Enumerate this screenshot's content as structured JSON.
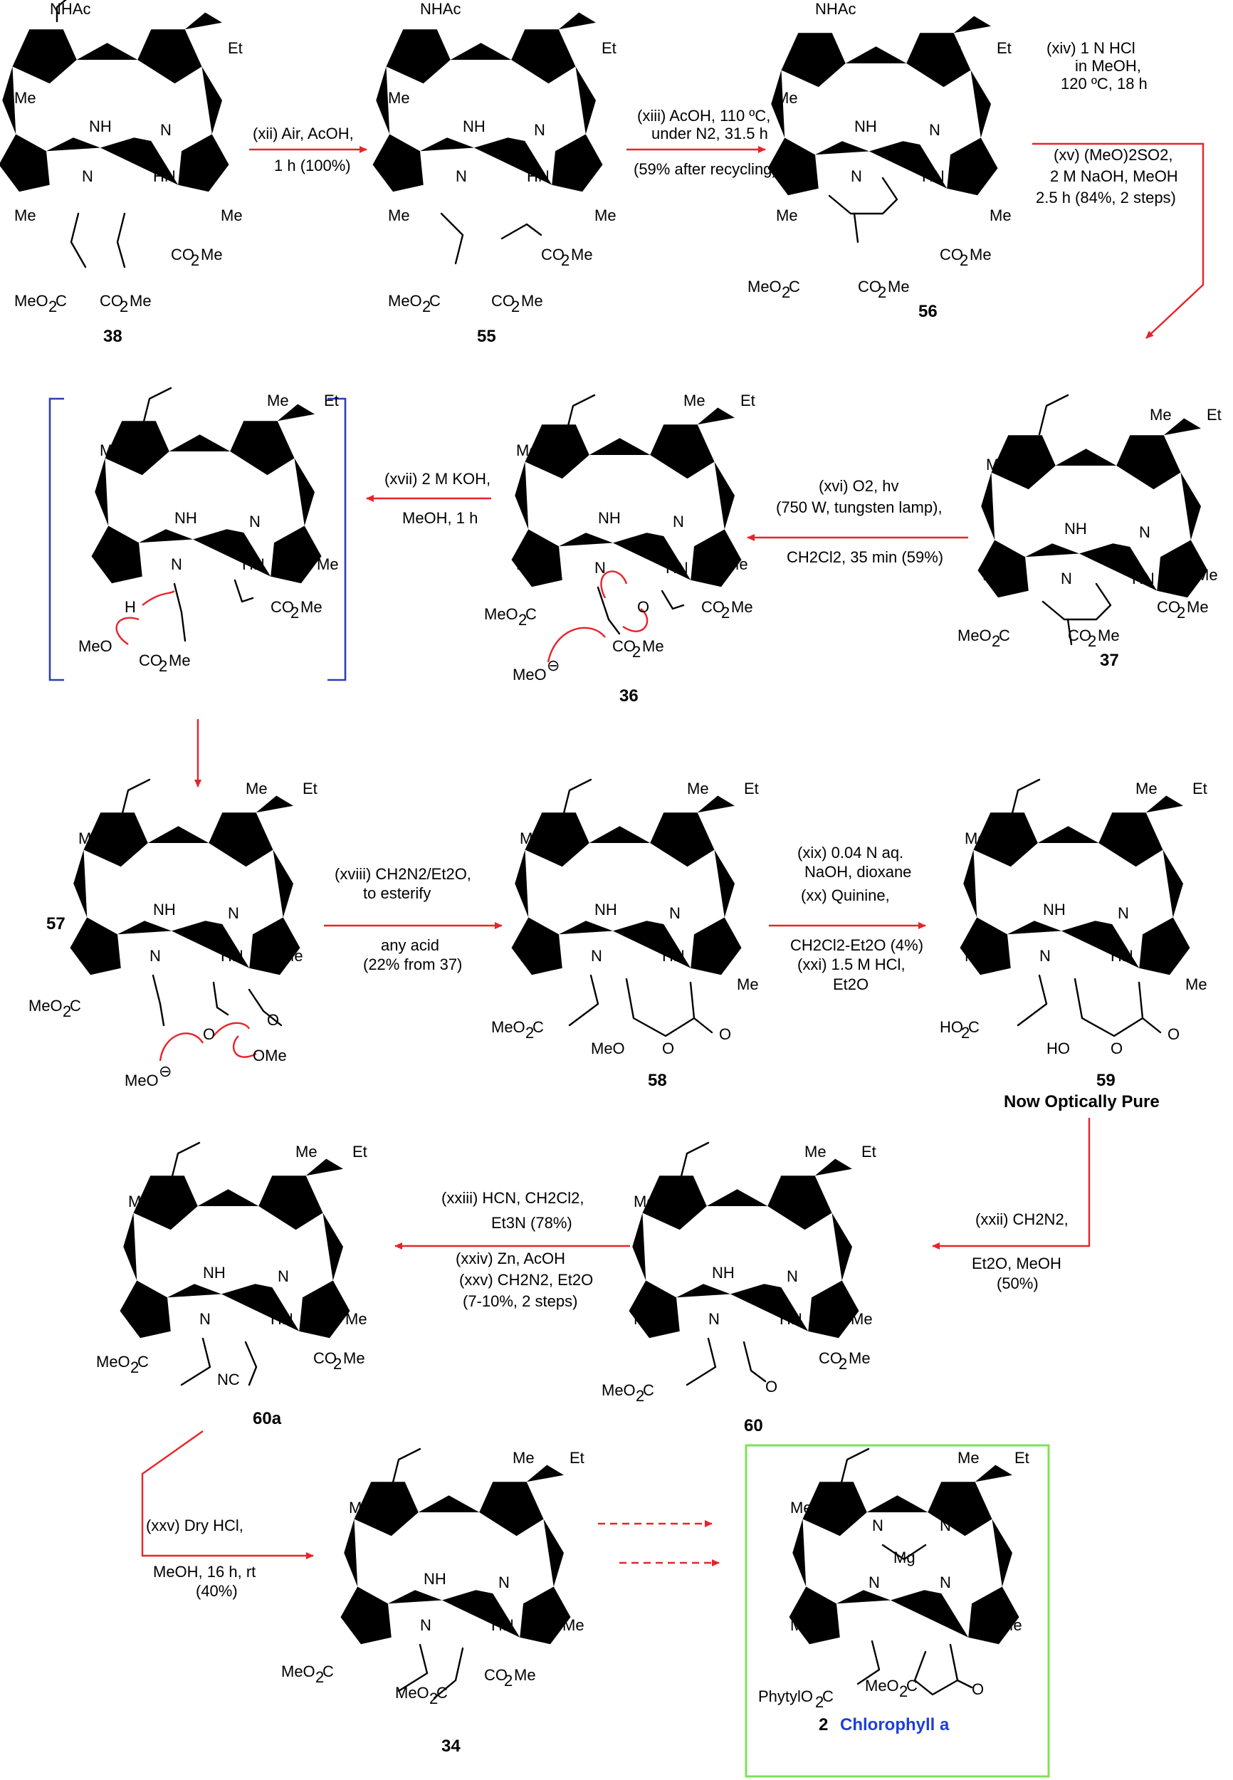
{
  "compounds": {
    "c38": "38",
    "c55": "55",
    "c56": "56",
    "c37": "37",
    "c36": "36",
    "c57": "57",
    "c58": "58",
    "c59": "59",
    "c59_note": "Now Optically Pure",
    "c60": "60",
    "c60a": "60a",
    "c34": "34",
    "c2": "2",
    "c2_name": "Chlorophyll a"
  },
  "steps": {
    "xii_a": "(xii) Air, AcOH,",
    "xii_b": "1 h (100%)",
    "xiii_a": "(xiii) AcOH, 110 ºC,",
    "xiii_b": "under N2, 31.5 h",
    "xiii_c": "(59% after recycling)",
    "xiv_a": "(xiv) 1 N HCl",
    "xiv_b": "in MeOH,",
    "xiv_c": "120 ºC, 18 h",
    "xv_a": "(xv) (MeO)2SO2,",
    "xv_b": "2 M NaOH, MeOH",
    "xv_c": "2.5 h (84%, 2 steps)",
    "xvi_a": "(xvi) O2, hv",
    "xvi_b": "(750 W, tungsten lamp),",
    "xvi_c": "CH2Cl2, 35 min (59%)",
    "xvii_a": "(xvii) 2 M KOH,",
    "xvii_b": "MeOH, 1 h",
    "xviii_a": "(xviii) CH2N2/Et2O,",
    "xviii_b": "to esterify",
    "xviii_c": "any acid",
    "xviii_d": "(22% from 37)",
    "xix_a": "(xix) 0.04 N aq.",
    "xix_b": "NaOH, dioxane",
    "xx_a": "(xx) Quinine,",
    "xx_b": "CH2Cl2-Et2O (4%)",
    "xxi_a": "(xxi) 1.5 M HCl,",
    "xxi_b": "Et2O",
    "xxii_a": "(xxii) CH2N2,",
    "xxii_b": "Et2O, MeOH",
    "xxii_c": "(50%)",
    "xxiii_a": "(xxiii) HCN, CH2Cl2,",
    "xxiii_b": "Et3N (78%)",
    "xxiv": "(xxiv) Zn, AcOH",
    "xxv_a": "(xxv) CH2N2, Et2O",
    "xxv_b": "(7-10%, 2 steps)",
    "xxvb_a": "(xxv) Dry HCl,",
    "xxvb_b": "MeOH, 16 h, rt",
    "xxvb_c": "(40%)"
  },
  "colors": {
    "arrow": "#e8232a",
    "bracket": "#2b3fb0",
    "box": "#7fe05a",
    "name": "#1f3fd8"
  }
}
